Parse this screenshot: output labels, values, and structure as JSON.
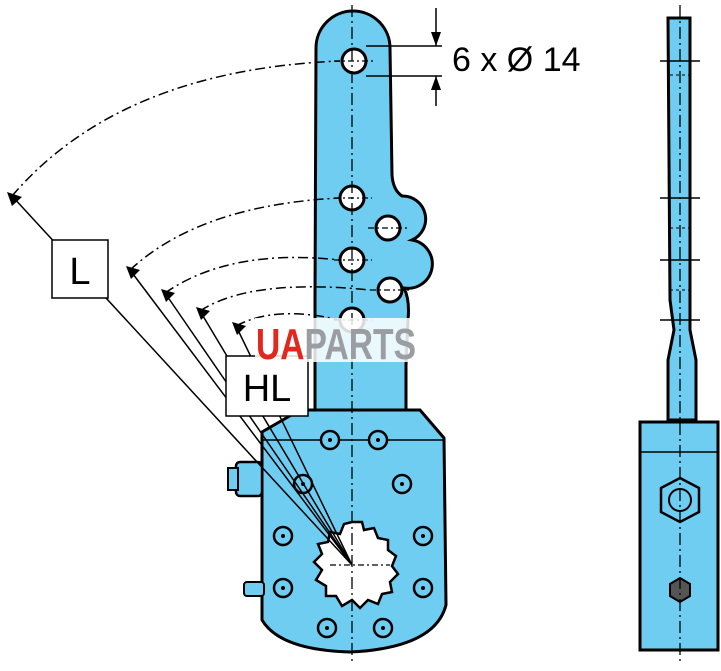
{
  "colors": {
    "part_fill": "#6fcdf2",
    "outline": "#000000",
    "background": "#ffffff",
    "logo_red": "#e4271c",
    "logo_grey": "#9a9da2"
  },
  "dimension": {
    "hole_spec": "6 x Ø 14"
  },
  "labels": {
    "lever_length_full": "L",
    "lever_length_hole": "HL"
  },
  "watermark": {
    "part1": "UA",
    "part2": "PARTS"
  },
  "views": {
    "front": "front-view",
    "side": "side-view"
  }
}
